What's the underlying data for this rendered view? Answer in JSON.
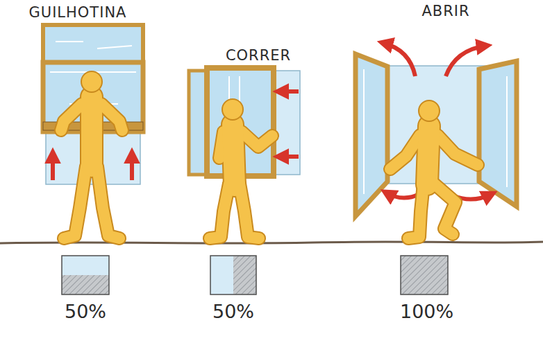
{
  "diagram": {
    "nodes": [
      {
        "text": [
          "50%"
        ]
      },
      {
        "text": [
          "50%"
        ]
      },
      {
        "text": [
          "100%"
        ]
      }
    ],
    "labels": [
      "GUILHOTINA",
      "CORRER",
      "ABRIR"
    ]
  }
}
